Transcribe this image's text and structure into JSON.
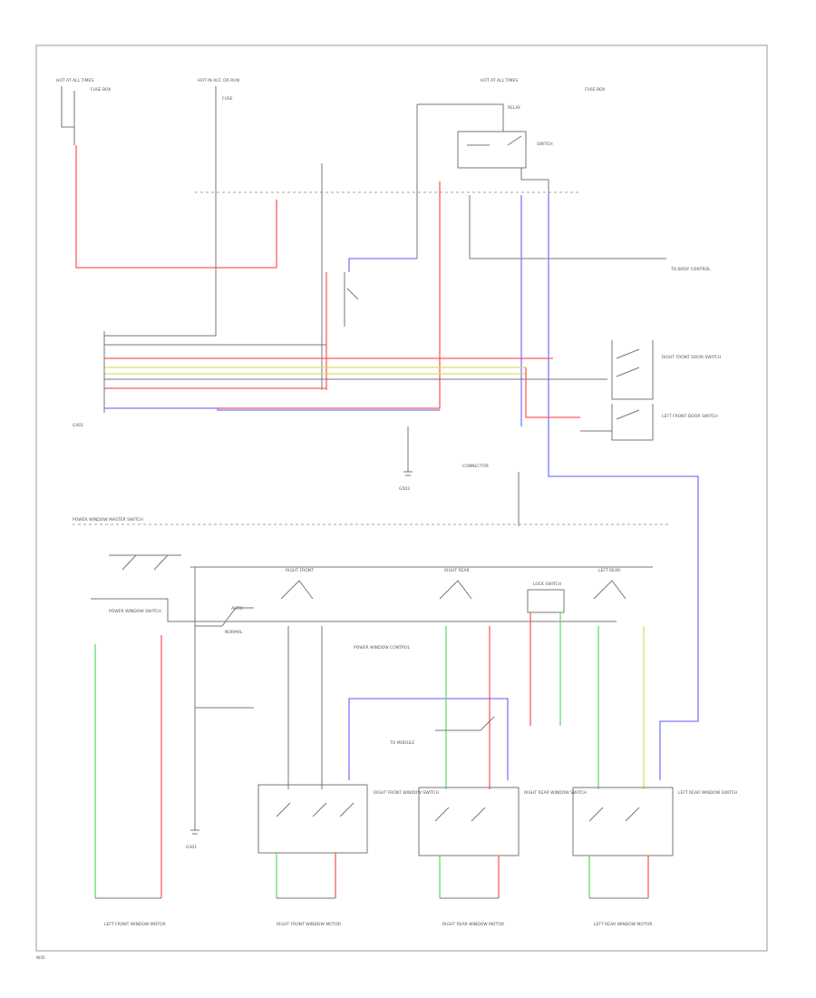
{
  "labels": {
    "hot_all_times_left": "HOT AT ALL TIMES",
    "fuse_box_left": "FUSE BOX",
    "hot_acc_run": "HOT IN ACC OR RUN",
    "fuse_mid": "FUSE",
    "hot_all_times_right": "HOT AT ALL TIMES",
    "fuse_box_right": "FUSE BOX",
    "relay": "RELAY",
    "switch_top": "SWITCH",
    "to_body": "TO BODY CONTROL",
    "right_front_door": "RIGHT FRONT DOOR SWITCH",
    "left_front_door": "LEFT FRONT DOOR SWITCH",
    "mid_connector": "CONNECTOR",
    "ground_g": "G401",
    "ground_mid": "G502",
    "to_module": "TO MODULE",
    "main_switch_title": "POWER WINDOW MASTER SWITCH",
    "right_front_sw": "RIGHT FRONT",
    "right_rear_sw": "RIGHT REAR",
    "left_rear_sw": "LEFT REAR",
    "auto": "AUTO",
    "normal": "NORMAL",
    "power_window_switch": "POWER WINDOW SWITCH",
    "lock_switch": "LOCK SWITCH",
    "center_box": "POWER WINDOW CONTROL",
    "ground_lower": "G301",
    "rf_window_switch": "RIGHT FRONT WINDOW SWITCH",
    "rr_window_switch": "RIGHT REAR WINDOW SWITCH",
    "lr_window_switch": "LEFT REAR WINDOW SWITCH",
    "motor_lf": "LEFT FRONT WINDOW MOTOR",
    "motor_rf": "RIGHT FRONT WINDOW MOTOR",
    "motor_rr": "RIGHT REAR WINDOW MOTOR",
    "motor_lr": "LEFT REAR WINDOW MOTOR",
    "corner": "W/D"
  },
  "colors": {
    "red": "#ff5a5a",
    "blue": "#7a7aff",
    "green": "#66dd66",
    "yellow": "#dddd66",
    "wire": "#777777"
  }
}
